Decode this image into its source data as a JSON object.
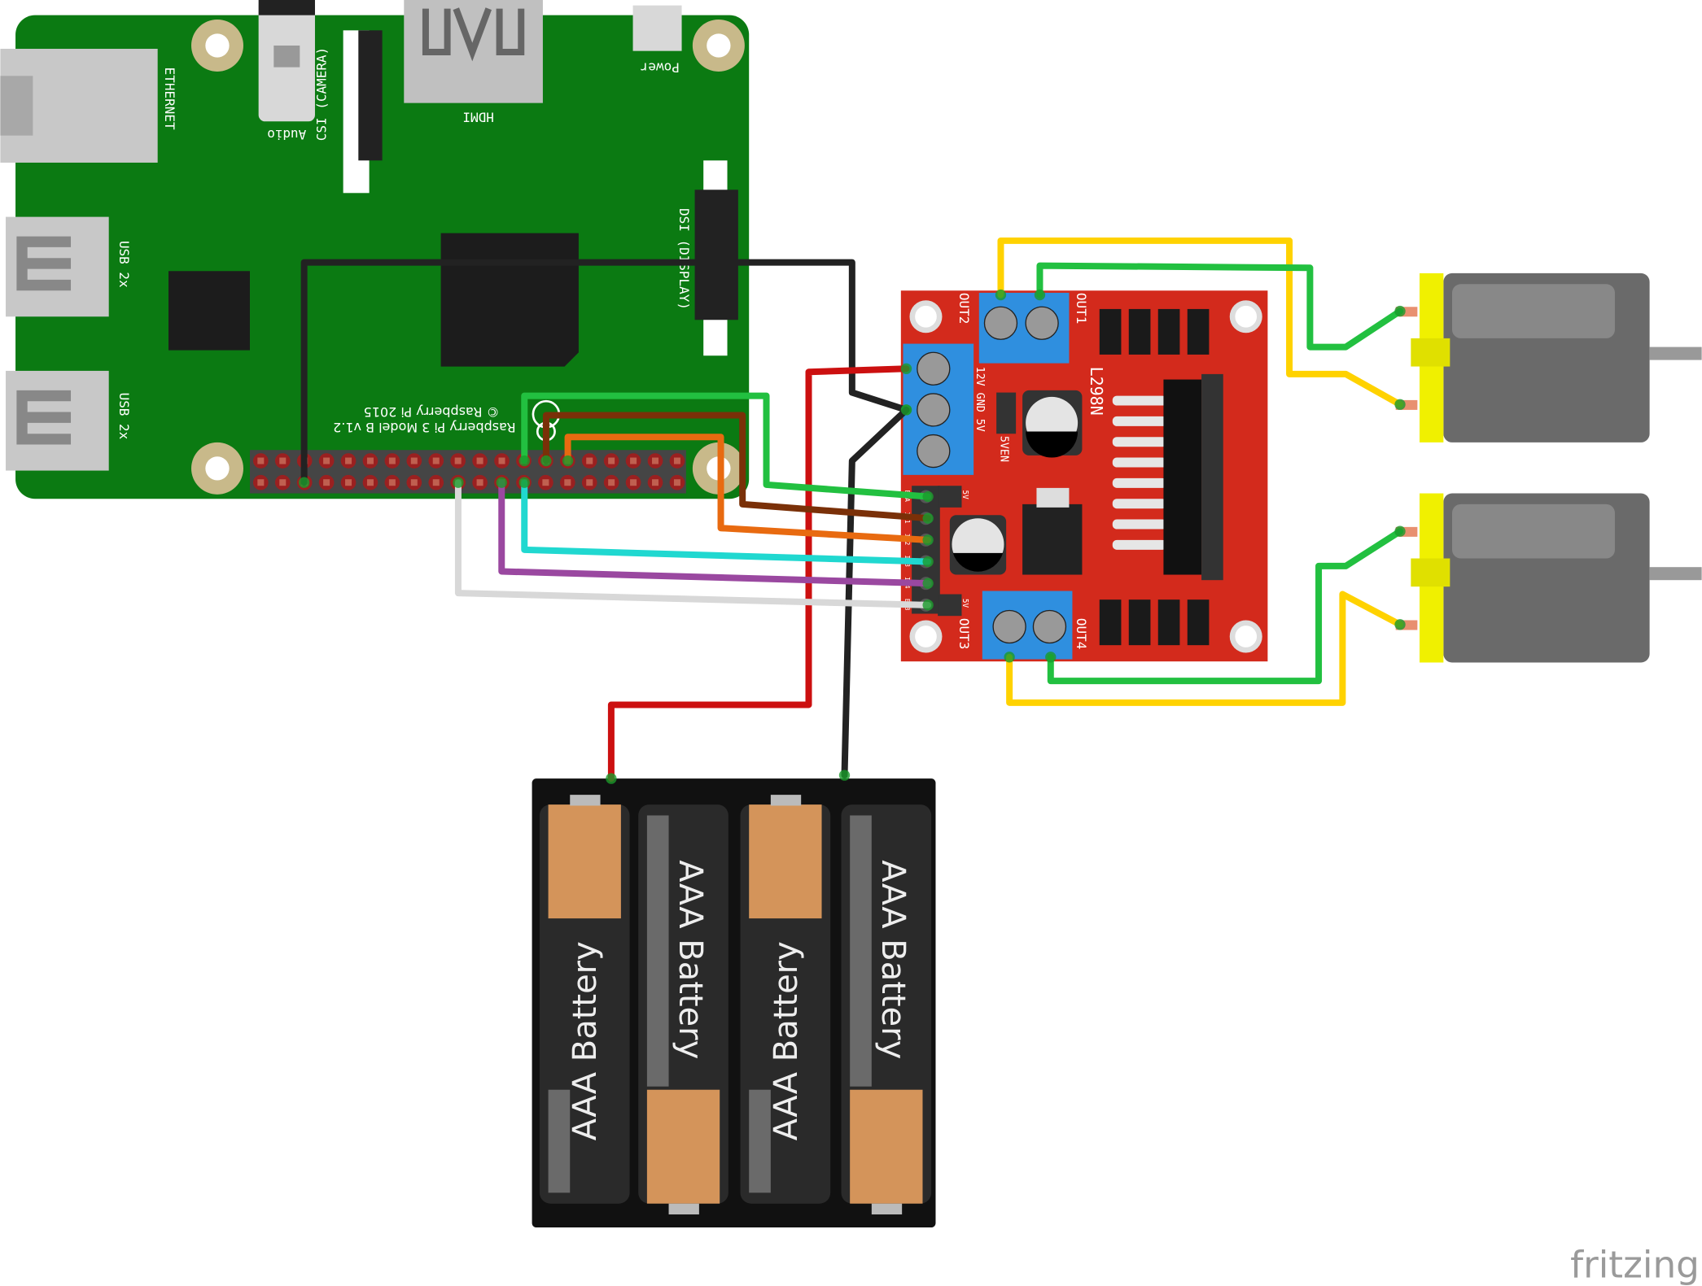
{
  "raspberry_pi": {
    "ethernet_label": "ETHERNET",
    "usb1_label": "USB 2x",
    "usb2_label": "USB 2x",
    "audio_label": "Audio",
    "csi_label": "CSI (CAMERA)",
    "hdmi_label": "HDMI",
    "power_label": "Power",
    "dsi_label": "DSI (DISPLAY)",
    "model_label": "Raspberry Pi 3 Model B v1.2",
    "copyright_label": "© Raspberry Pi 2015",
    "board_color": "#0b7a12"
  },
  "driver": {
    "chip_label": "L298N",
    "out1": "OUT1",
    "out2": "OUT2",
    "out3": "OUT3",
    "out4": "OUT4",
    "power_pins": "12V GND  5V",
    "jumper_label": "5VEN",
    "logic_5v_top": "5V",
    "logic_5v_bottom": "5V",
    "input_pins": [
      "ENA",
      "IN1",
      "IN2",
      "IN3",
      "IN4",
      "ENB"
    ],
    "board_color": "#d32a1c"
  },
  "battery_pack": {
    "cells": [
      "AAA Battery",
      "AAA Battery",
      "AAA Battery",
      "AAA Battery"
    ]
  },
  "wires": {
    "colors": {
      "black": "#222222",
      "red": "#cc1010",
      "green": "#22c040",
      "brown": "#7a3008",
      "orange": "#e86a10",
      "cyan": "#20d8d0",
      "purple": "#9a48a0",
      "white": "#d8d8d8",
      "yellow": "#ffd200"
    }
  },
  "watermark": "fritzing"
}
